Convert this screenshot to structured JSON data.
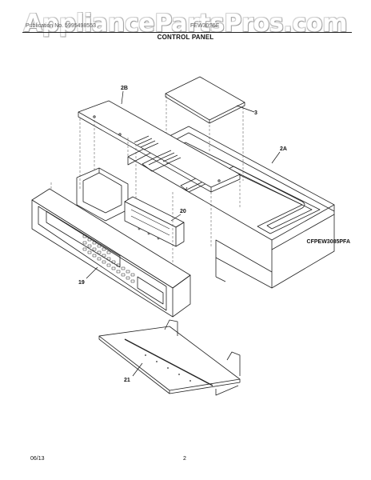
{
  "watermark": "AppliancePartsPros.com",
  "header": {
    "left_text": "Publication No. 5995498553",
    "model_text": "FEW30S5F",
    "section_title": "CONTROL PANEL"
  },
  "callouts": {
    "part_2b": "2B",
    "part_3": "3",
    "part_2a": "2A",
    "part_20": "20",
    "part_19": "19",
    "part_21": "21"
  },
  "diagram_code": "CFPEW3085PFA",
  "footer": {
    "date": "06/13",
    "page": "2"
  }
}
